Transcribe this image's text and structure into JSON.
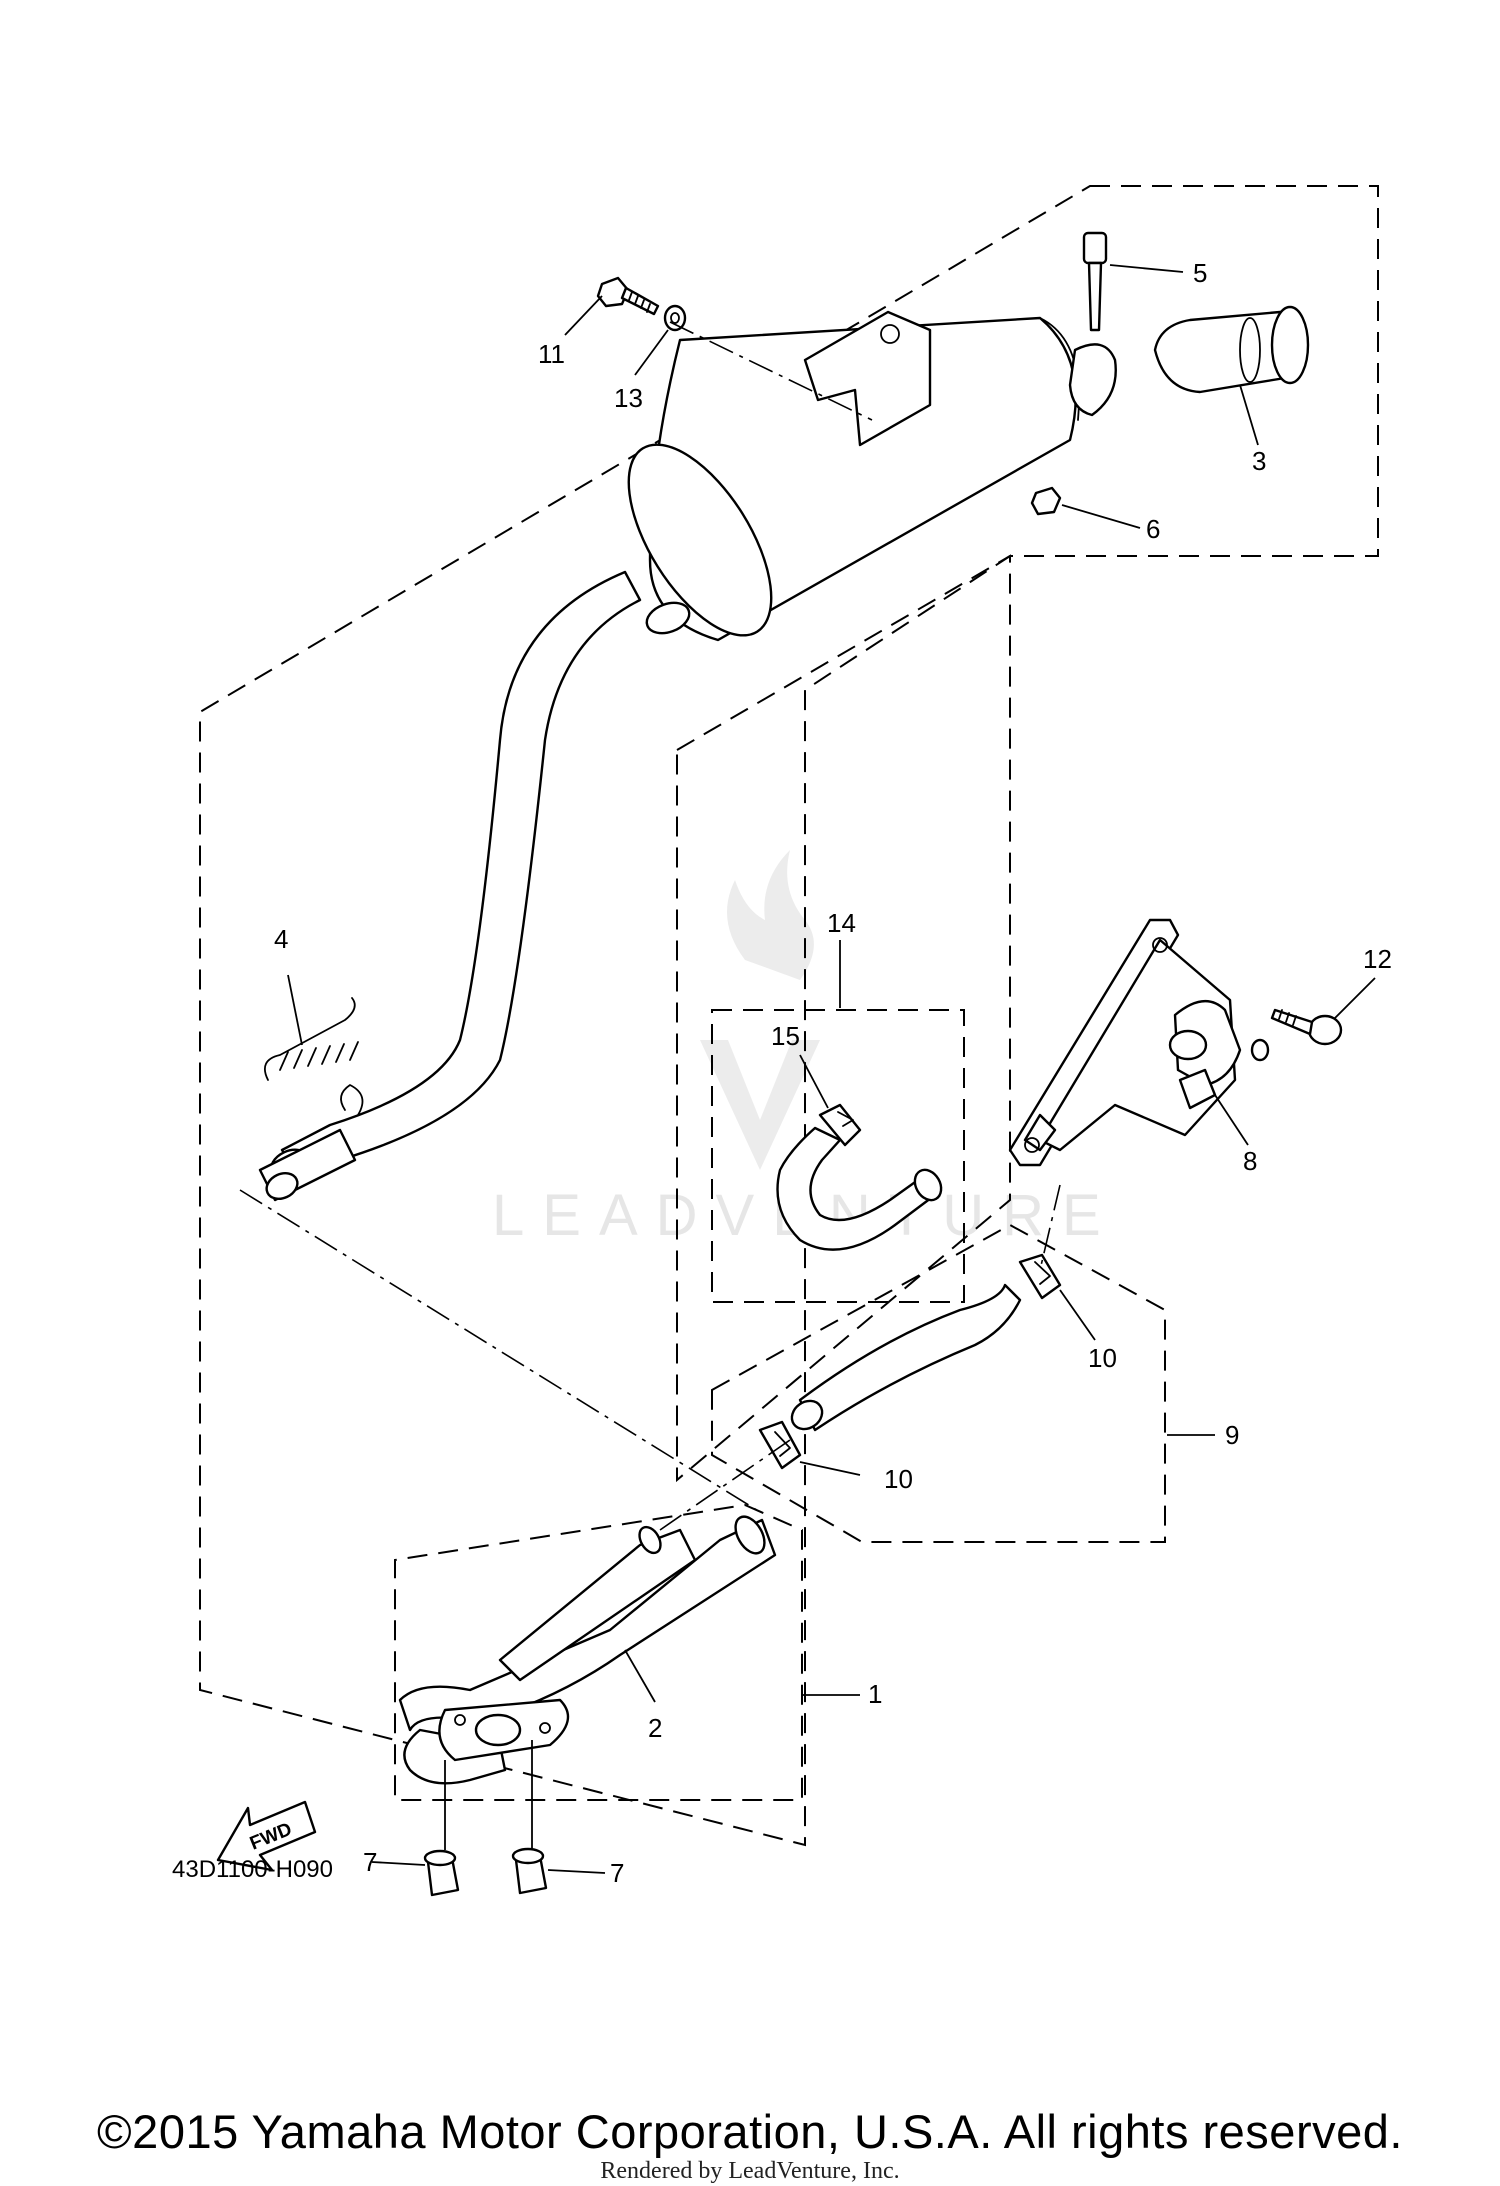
{
  "diagram_code": "43D1100-H090",
  "fwd_label": "FWD",
  "watermark": "LEADVENTURE",
  "copyright": "©2015 Yamaha Motor Corporation, U.S.A. All rights reserved.",
  "rendered_by": "Rendered by LeadVenture, Inc.",
  "callouts": {
    "c1": "1",
    "c2": "2",
    "c3": "3",
    "c4": "4",
    "c5": "5",
    "c6": "6",
    "c7a": "7",
    "c7b": "7",
    "c8": "8",
    "c9": "9",
    "c10a": "10",
    "c10b": "10",
    "c11": "11",
    "c12": "12",
    "c13": "13",
    "c14": "14",
    "c15": "15"
  }
}
